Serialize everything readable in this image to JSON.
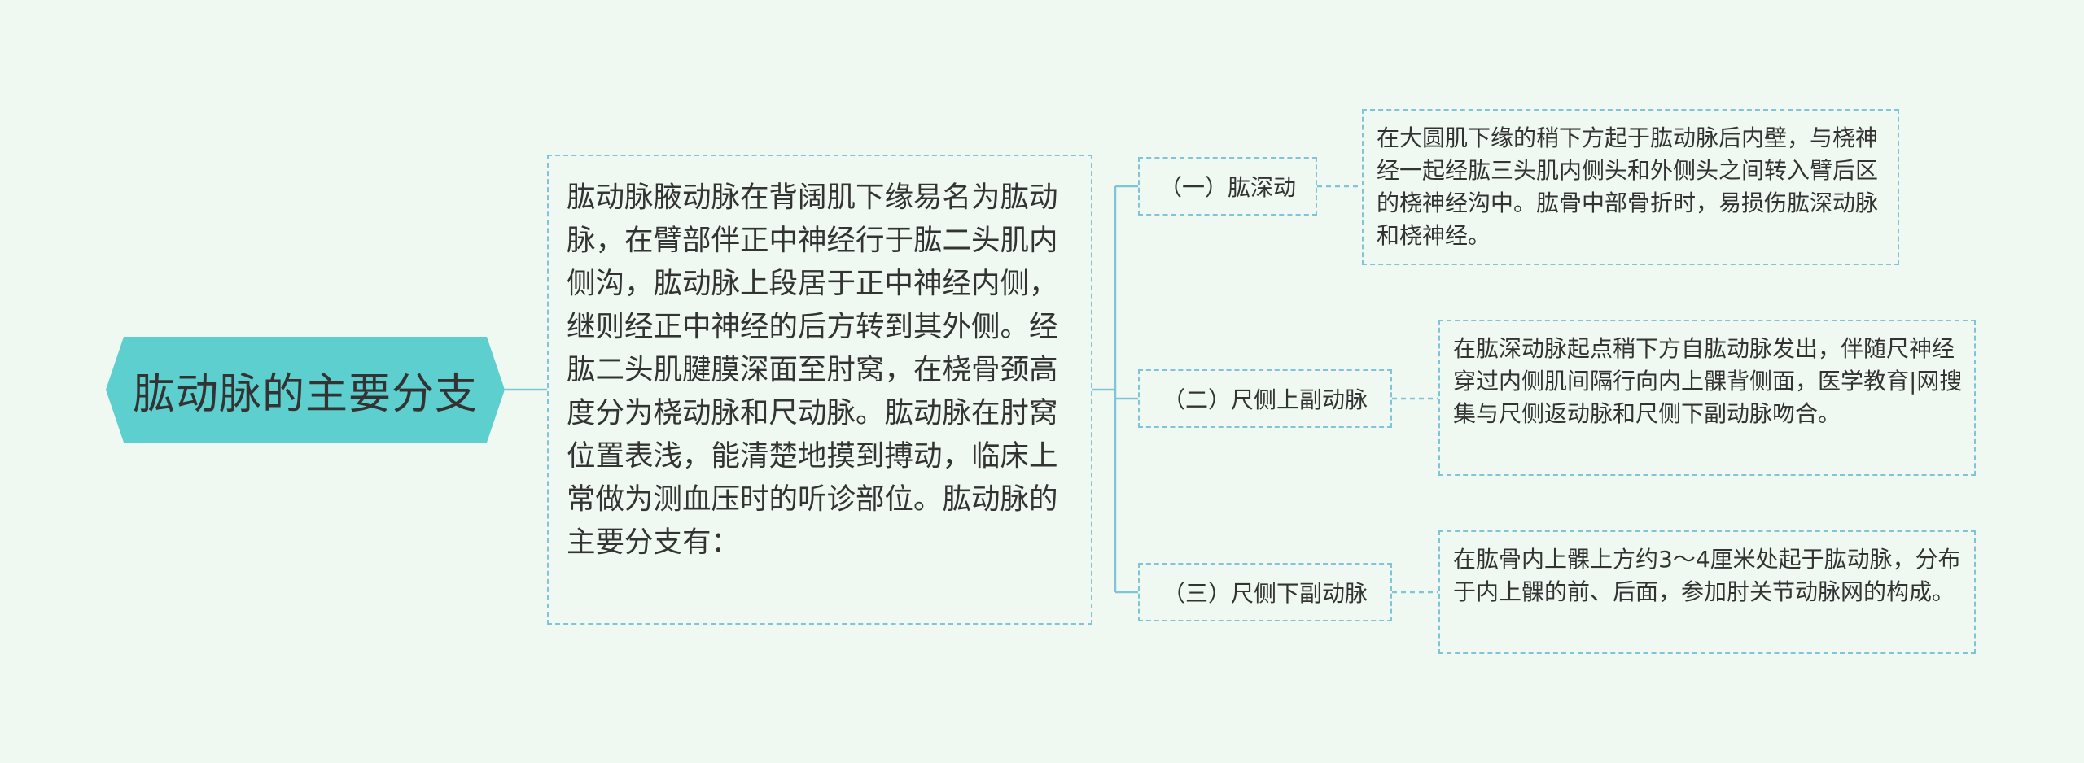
{
  "colors": {
    "background": "#f0f9f1",
    "root_fill": "#5ecfcf",
    "connector": "#7fc4d8",
    "text": "#333333"
  },
  "root": {
    "label": "肱动脉的主要分支"
  },
  "description": {
    "text": "肱动脉腋动脉在背阔肌下缘易名为肱动脉，在臂部伴正中神经行于肱二头肌内侧沟，肱动脉上段居于正中神经内侧，继则经正中神经的后方转到其外侧。经肱二头肌腱膜深面至肘窝，在桡骨颈高度分为桡动脉和尺动脉。肱动脉在肘窝位置表浅，能清楚地摸到搏动，临床上常做为测血压时的听诊部位。肱动脉的主要分支有："
  },
  "branches": [
    {
      "label": "（一）肱深动",
      "detail": "在大圆肌下缘的稍下方起于肱动脉后内壁，与桡神经一起经肱三头肌内侧头和外侧头之间转入臂后区的桡神经沟中。肱骨中部骨折时，易损伤肱深动脉和桡神经。"
    },
    {
      "label": "（二）尺侧上副动脉",
      "detail": "在肱深动脉起点稍下方自肱动脉发出，伴随尺神经穿过内侧肌间隔行向内上髁背侧面，医学教育|网搜集与尺侧返动脉和尺侧下副动脉吻合。"
    },
    {
      "label": "（三）尺侧下副动脉",
      "detail": "在肱骨内上髁上方约3～4厘米处起于肱动脉，分布于内上髁的前、后面，参加肘关节动脉网的构成。"
    }
  ]
}
